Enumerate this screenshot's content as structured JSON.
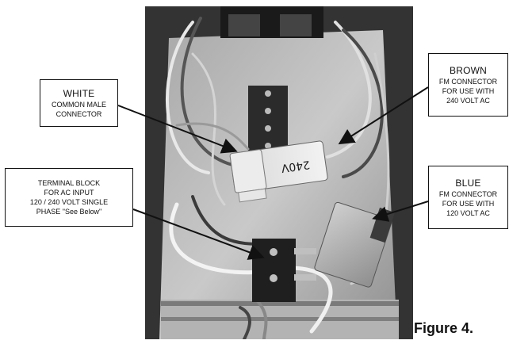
{
  "callouts": {
    "white": {
      "head": "WHITE",
      "lines": [
        "COMMON MALE",
        "CONNECTOR"
      ]
    },
    "brown": {
      "head": "BROWN",
      "lines": [
        "FM CONNECTOR",
        "FOR USE WITH",
        "240 VOLT AC"
      ]
    },
    "terminal": {
      "lines": [
        "TERMINAL BLOCK",
        "FOR AC INPUT",
        "120 / 240 VOLT SINGLE",
        "PHASE \"See Below\""
      ]
    },
    "blue": {
      "head": "BLUE",
      "lines": [
        "FM CONNECTOR",
        "FOR USE WITH",
        "120 VOLT AC"
      ]
    }
  },
  "photo": {
    "connector_marking": "240V"
  },
  "figure": {
    "label": "Figure 4."
  }
}
